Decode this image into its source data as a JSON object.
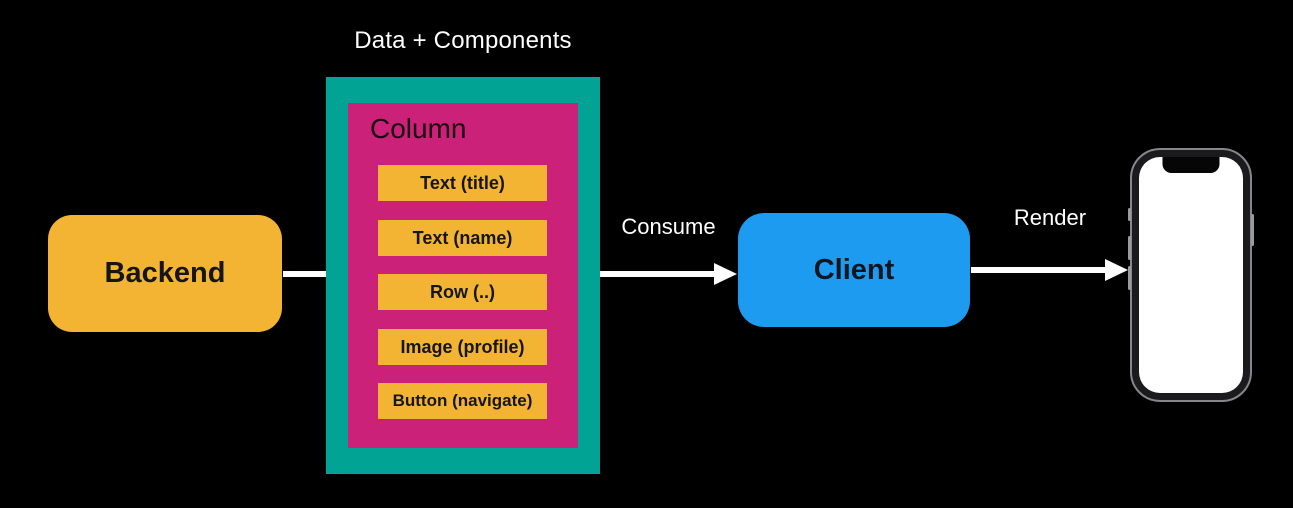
{
  "background_color": "#000000",
  "arrow_color": "#FFFFFF",
  "title": "Data + Components",
  "backend": {
    "label": "Backend",
    "fill": "#F2B432",
    "text_color": "#151515"
  },
  "payload": {
    "outer_fill": "#00A394",
    "inner_fill": "#CC2179",
    "column_label": "Column",
    "component_fill": "#F2B432",
    "components": [
      {
        "label": "Text (title)"
      },
      {
        "label": "Text (name)"
      },
      {
        "label": "Row (..)"
      },
      {
        "label": "Image (profile)"
      },
      {
        "label": "Button (navigate)"
      }
    ]
  },
  "client": {
    "label": "Client",
    "fill": "#1D9BF0",
    "text_color": "#0d1620"
  },
  "edges": {
    "backend_to_payload": {
      "label": ""
    },
    "consume": {
      "label": "Consume"
    },
    "render": {
      "label": "Render"
    }
  },
  "device": {
    "kind": "phone-mockup",
    "screen_color": "#FFFFFF",
    "frame_color": "#1b1b1e"
  }
}
